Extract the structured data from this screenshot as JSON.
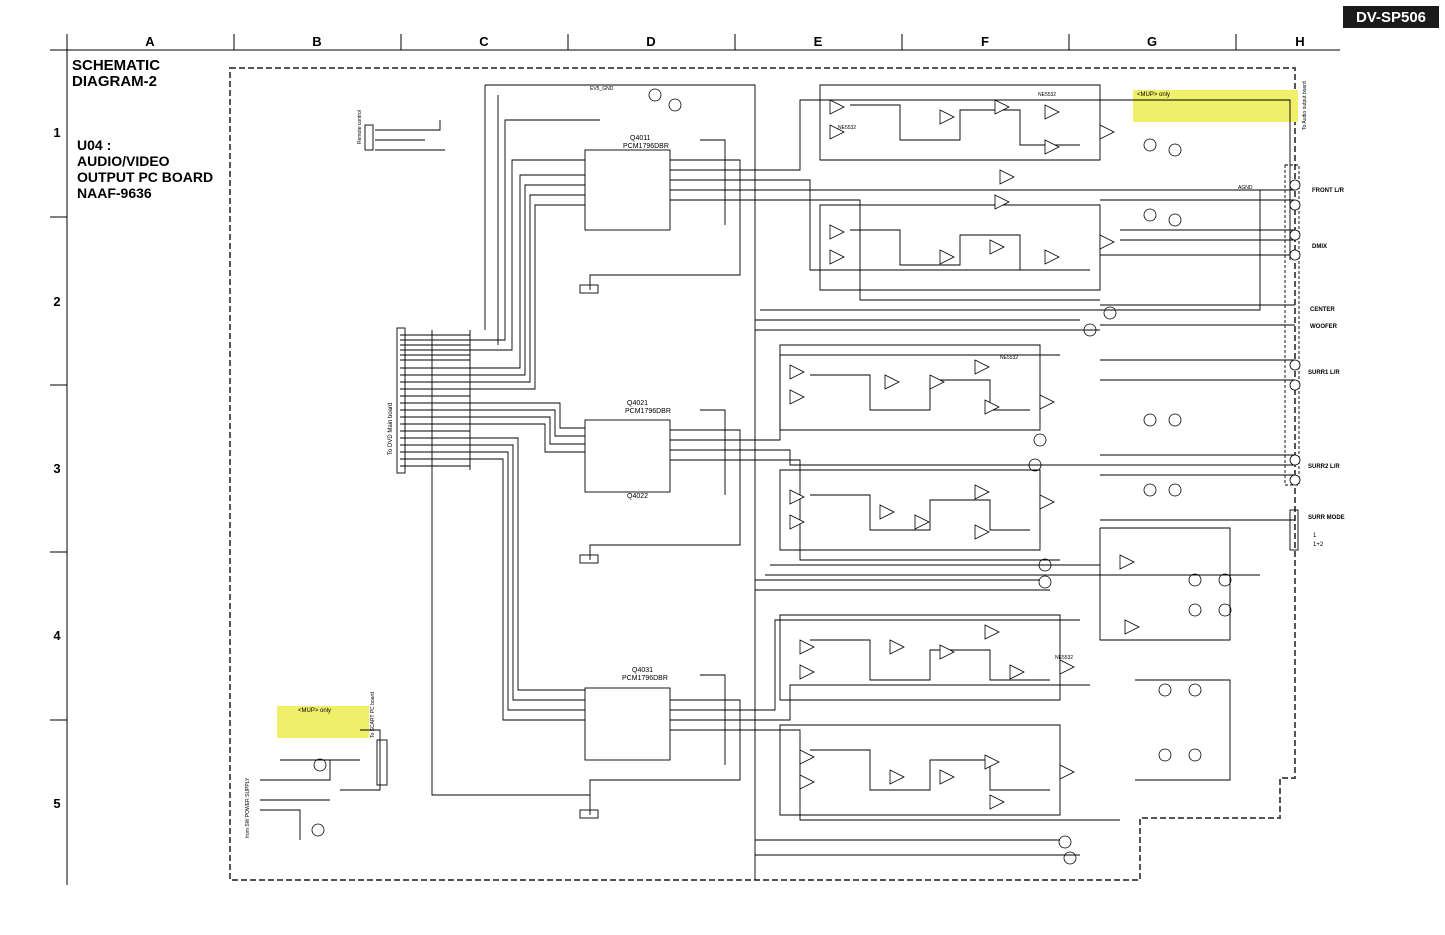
{
  "header": {
    "model": "DV-SP506"
  },
  "grid": {
    "columns": [
      "A",
      "B",
      "C",
      "D",
      "E",
      "F",
      "G",
      "H"
    ],
    "rows": [
      "1",
      "2",
      "3",
      "4",
      "5"
    ]
  },
  "title": {
    "line1": "SCHEMATIC",
    "line2": "DIAGRAM-2"
  },
  "board": {
    "line1": "U04 :",
    "line2": "AUDIO/VIDEO",
    "line3": "OUTPUT PC BOARD",
    "line4": "NAAF-9636"
  },
  "notes": {
    "mup_top": "<MUP> only",
    "mup_bottom": "<MUP> only",
    "to_audio_output": "To Audio output board",
    "to_dvd_main": "To DVD Main board",
    "to_scart": "To SCART PC board",
    "from_sw_power": "from SW POWER SUPPLY",
    "remote_control": "Remote control",
    "agnd": "AGND",
    "ev5_gnd": "EV5_GND"
  },
  "ics": {
    "q4011": "Q4011",
    "q4011_part": "PCM1796DBR",
    "q4021": "Q4021",
    "q4021_part": "PCM1796DBR",
    "q4022": "Q4022",
    "q4031": "Q4031",
    "q4031_part": "PCM1796DBR"
  },
  "outputs": {
    "front": "FRONT L/R",
    "dmix": "DMIX",
    "center": "CENTER",
    "woofer": "WOOFER",
    "surr1": "SURR1 L/R",
    "surr2": "SURR2 L/R",
    "surr_mode": "SURR MODE",
    "mode_1": "1",
    "mode_12": "1+2"
  },
  "opamp": "NE5532",
  "colors": {
    "highlight": "#f0ef6a",
    "line": "#000000",
    "badge": "#1a1a1a"
  }
}
